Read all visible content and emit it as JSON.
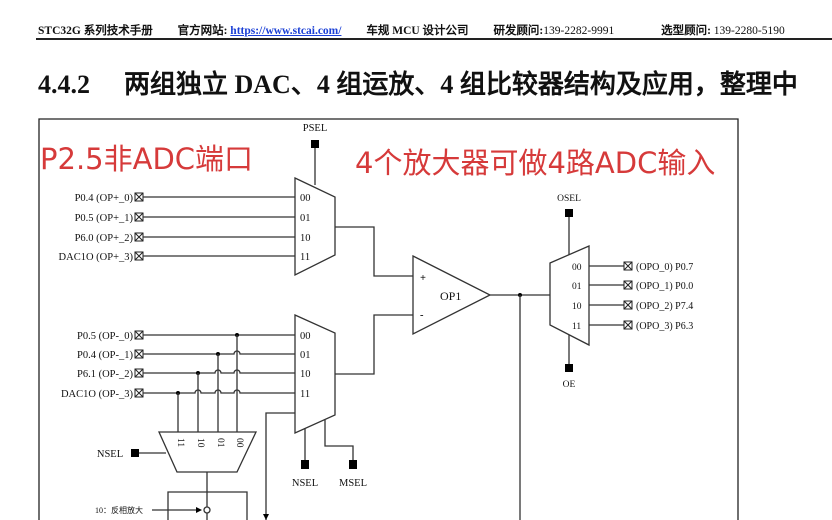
{
  "header": {
    "series": "STC32G 系列技术手册",
    "site_label": "官方网站:",
    "site_link": "https://www.stcai.com/",
    "company": "车规 MCU 设计公司",
    "rd_label": "研发顾问:",
    "rd_phone": "139-2282-9991",
    "sel_label": "选型顾问:",
    "sel_phone": "139-2280-5190"
  },
  "section": {
    "number": "4.4.2",
    "title": "两组独立 DAC、4 组运放、4 组比较器结构及应用，整理中"
  },
  "annotations": {
    "left": "P2.5非ADC端口",
    "right": "4个放大器可做4路ADC输入"
  },
  "diagram": {
    "psel": "PSEL",
    "pos_inputs": [
      "P0.4 (OP+_0)",
      "P0.5 (OP+_1)",
      "P6.0 (OP+_2)",
      "DAC1O (OP+_3)"
    ],
    "neg_inputs": [
      "P0.5 (OP-_0)",
      "P0.4 (OP-_1)",
      "P6.1 (OP-_2)",
      "DAC1O (OP-_3)"
    ],
    "mux_codes": [
      "00",
      "01",
      "10",
      "11"
    ],
    "nsel_codes": [
      "11",
      "10",
      "01",
      "00"
    ],
    "op_label": "OP1",
    "plus": "+",
    "minus": "-",
    "nsel": "NSEL",
    "msel": "MSEL",
    "osel": "OSEL",
    "oe": "OE",
    "outputs": [
      "(OPO_0) P0.7",
      "(OPO_1) P0.0",
      "(OPO_2) P7.4",
      "(OPO_3) P6.3"
    ],
    "inv_amp": "10：反相放大"
  }
}
